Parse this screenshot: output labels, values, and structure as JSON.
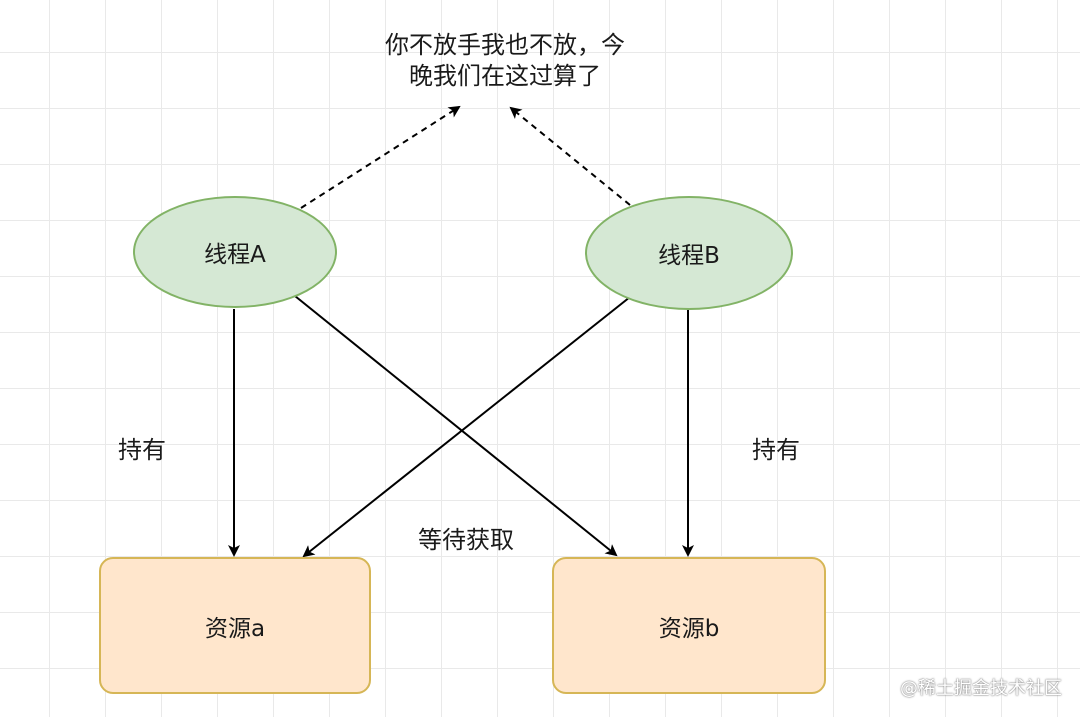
{
  "note": {
    "line1": "你不放手我也不放，今",
    "line2": "晚我们在这过算了"
  },
  "threads": {
    "a": "线程A",
    "b": "线程B"
  },
  "resources": {
    "a": "资源a",
    "b": "资源b"
  },
  "edge_labels": {
    "hold_left": "持有",
    "hold_right": "持有",
    "wait": "等待获取"
  },
  "watermark": "@稀土掘金技术社区",
  "colors": {
    "thread_fill": "#d5e8d4",
    "thread_stroke": "#82b366",
    "resource_fill": "#ffe6cc",
    "resource_stroke": "#d6b656",
    "edge": "#000000"
  }
}
